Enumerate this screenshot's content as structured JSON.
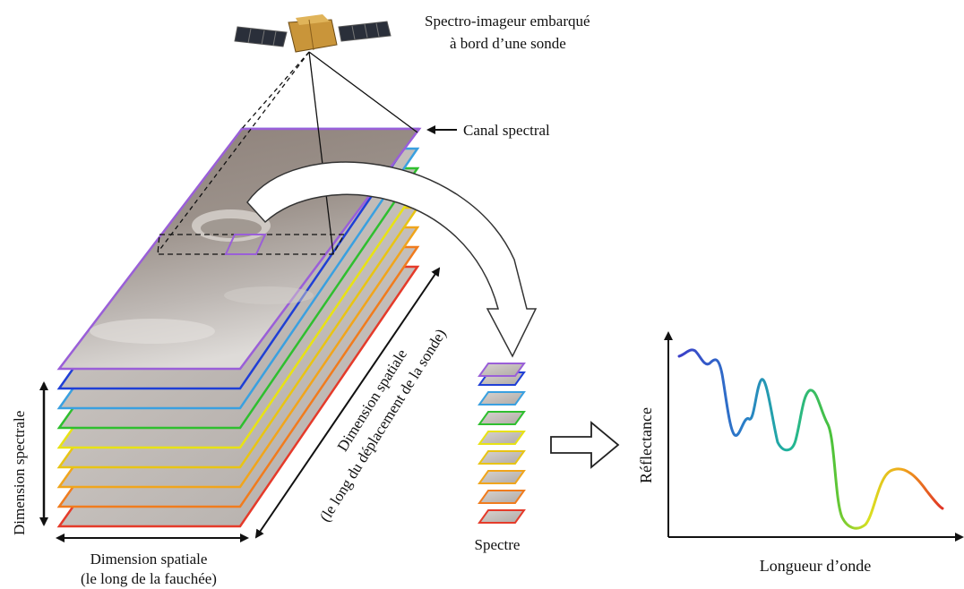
{
  "labels": {
    "instrument_line1": "Spectro-imageur embarqué",
    "instrument_line2": "à bord d’une sonde",
    "channel": "Canal spectral",
    "dim_spectral": "Dimension spectrale",
    "dim_spatial_track_line1": "Dimension spatiale",
    "dim_spatial_track_line2": "(le long du déplacement de la sonde)",
    "dim_spatial_swath_line1": "Dimension spatiale",
    "dim_spatial_swath_line2": "(le long de la fauchée)",
    "spectrum": "Spectre",
    "y_axis": "Réflectance",
    "x_axis": "Longueur d’onde"
  },
  "colors": {
    "layers": [
      "#e53b2a",
      "#f07c1e",
      "#f0a51c",
      "#e8c414",
      "#e8e214",
      "#2fbf2f",
      "#3aa0e0",
      "#1f3fd6",
      "#9a5fd8"
    ],
    "curve_start": "#3b3fc8",
    "curve_end": "#e03326"
  }
}
